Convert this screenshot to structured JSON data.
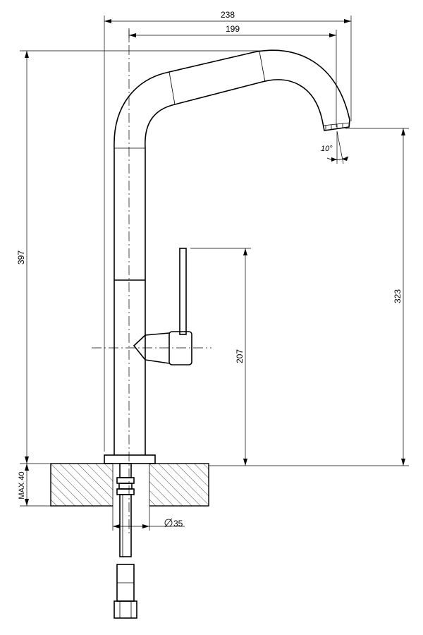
{
  "dimensions": {
    "overall_reach": "238",
    "spout_reach": "199",
    "total_height": "397",
    "spout_height": "323",
    "lever_height": "207",
    "max_counter_thickness": "MAX 40",
    "hole_diameter": "35",
    "spout_angle": "10°"
  },
  "colors": {
    "line": "#000000",
    "background": "#ffffff"
  }
}
